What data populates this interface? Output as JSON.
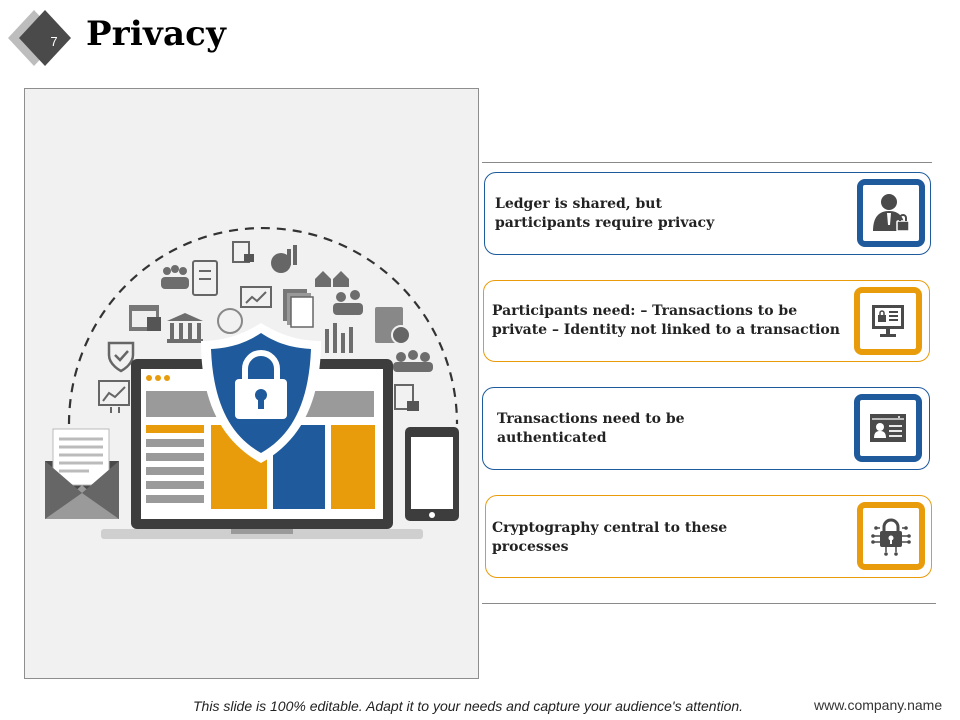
{
  "slide": {
    "number": "7",
    "title": "Privacy"
  },
  "items": [
    {
      "text_line1": "Ledger is shared, but",
      "text_line2": "participants require privacy",
      "icon": "businessman-lock-icon",
      "accent": "#1e5a9c"
    },
    {
      "text_line1": "Participants need: – Transactions to be",
      "text_line2": "private – Identity not linked to a transaction",
      "icon": "monitor-lock-icon",
      "accent": "#e89c0c"
    },
    {
      "text_line1": "Transactions need to be",
      "text_line2": "authenticated",
      "icon": "id-card-icon",
      "accent": "#1e5a9c"
    },
    {
      "text_line1": "Cryptography central to these",
      "text_line2": "processes",
      "icon": "circuit-lock-icon",
      "accent": "#e89c0c"
    }
  ],
  "footer": {
    "note": "This slide is 100% editable.  Adapt it to your needs and capture your audience's attention.",
    "url": "www.company.name"
  },
  "colors": {
    "blue": "#1e5a9c",
    "orange": "#e89c0c",
    "dark_gray": "#3f3f3f",
    "panel_bg": "#f1f1f1"
  }
}
